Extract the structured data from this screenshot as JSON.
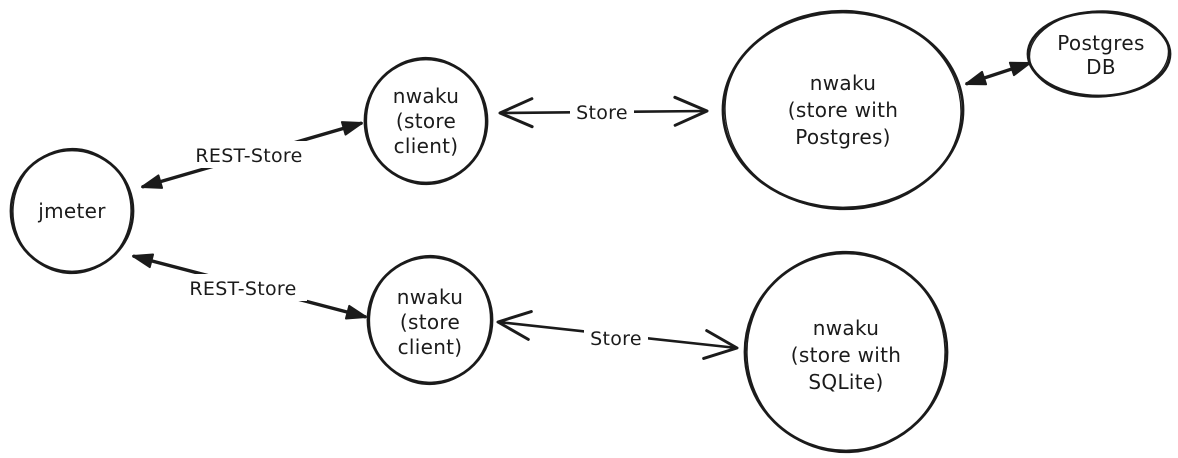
{
  "diagram": {
    "colors": {
      "background": "#ffffff",
      "stroke": "#1b1b1b"
    },
    "nodes": {
      "jmeter": {
        "label": "jmeter"
      },
      "store_client_top": {
        "line1": "nwaku",
        "line2": "(store",
        "line3": "client)"
      },
      "store_client_bottom": {
        "line1": "nwaku",
        "line2": "(store",
        "line3": "client)"
      },
      "store_postgres": {
        "line1": "nwaku",
        "line2": "(store with",
        "line3": "Postgres)"
      },
      "postgres_db": {
        "line1": "Postgres",
        "line2": "DB"
      },
      "store_sqlite": {
        "line1": "nwaku",
        "line2": "(store with",
        "line3": "SQLite)"
      }
    },
    "edges": {
      "rest_store_top": {
        "label": "REST-Store"
      },
      "rest_store_bottom": {
        "label": "REST-Store"
      },
      "store_top": {
        "label": "Store"
      },
      "store_bottom": {
        "label": "Store"
      }
    }
  }
}
